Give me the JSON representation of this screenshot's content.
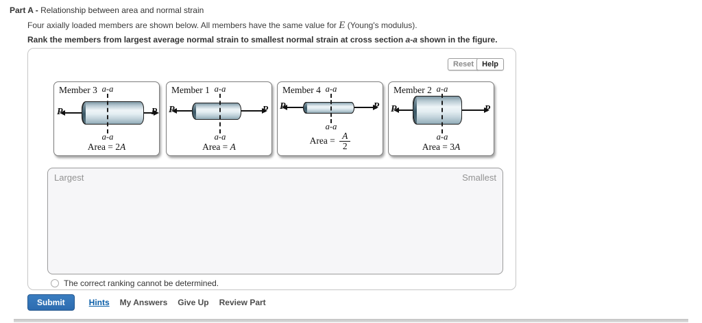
{
  "part": {
    "label": "Part A -",
    "title": "Relationship between area and normal strain"
  },
  "intro": {
    "before_e": "Four axially loaded members are shown below. All members have the same value for ",
    "e_symbol": "E",
    "after_e": " (Young's modulus)."
  },
  "instruction": {
    "before": "Rank the members from largest average normal strain to smallest normal strain at cross section ",
    "section": "a-a",
    "after": " shown in the figure."
  },
  "panel_buttons": {
    "reset": "Reset",
    "help": "Help"
  },
  "members": [
    {
      "name": "Member 3",
      "section_label": "a-a",
      "load_label": "P",
      "area_prefix": "Area =",
      "area_coeff": "2",
      "area_symbol": "A"
    },
    {
      "name": "Member 1",
      "section_label": "a-a",
      "load_label": "P",
      "area_prefix": "Area =",
      "area_coeff": "",
      "area_symbol": "A"
    },
    {
      "name": "Member 4",
      "section_label": "a-a",
      "load_label": "P",
      "area_prefix": "Area =",
      "area_frac_num": "A",
      "area_frac_den": "2"
    },
    {
      "name": "Member 2",
      "section_label": "a-a",
      "load_label": "P",
      "area_prefix": "Area =",
      "area_coeff": "3",
      "area_symbol": "A"
    }
  ],
  "ranking": {
    "largest_label": "Largest",
    "smallest_label": "Smallest"
  },
  "checkbox": {
    "label": "The correct ranking cannot be determined.",
    "checked": false
  },
  "actions": {
    "submit": "Submit",
    "links": [
      "Hints",
      "My Answers",
      "Give Up",
      "Review Part"
    ]
  },
  "colors": {
    "submit_blue": "#2d6cb0",
    "link_blue": "#0a5ea8",
    "cylinder_steel": "#b7c9d2",
    "rank_bg": "#f6f6f8"
  }
}
